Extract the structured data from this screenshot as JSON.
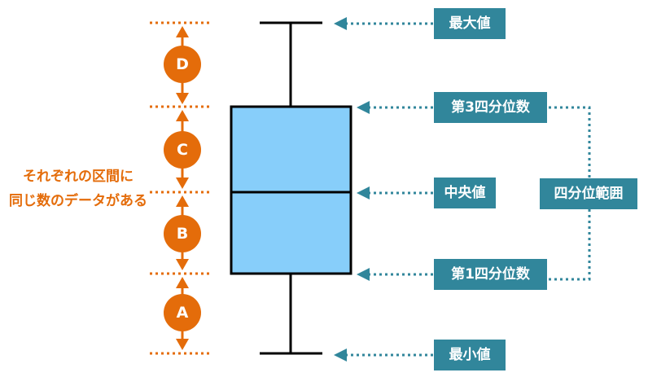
{
  "labels": {
    "max": "最大値",
    "q3": "第3四分位数",
    "median": "中央値",
    "q1": "第1四分位数",
    "min": "最小値",
    "iqr": "四分位範囲"
  },
  "note": {
    "line1": "それぞれの区間に",
    "line2": "同じ数のデータがある"
  },
  "sections": [
    "D",
    "C",
    "B",
    "A"
  ],
  "colors": {
    "orange": "#e46c0a",
    "box_fill": "#87cefa",
    "teal": "#31869b",
    "line": "#000000"
  }
}
